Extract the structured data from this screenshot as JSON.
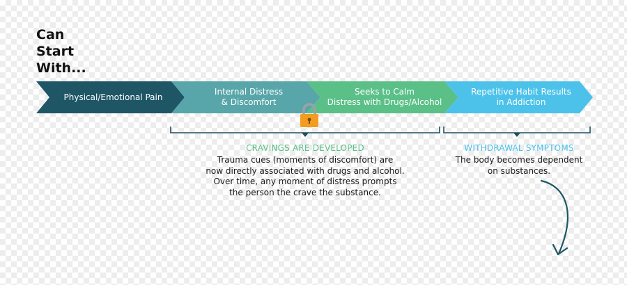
{
  "start": {
    "lines": [
      "Can",
      "Start",
      "With..."
    ]
  },
  "steps": [
    {
      "lines": [
        "Physical/Emotional Pain"
      ],
      "color": "#1e5666"
    },
    {
      "lines": [
        "Internal Distress",
        "& Discomfort"
      ],
      "color": "#58a6a9"
    },
    {
      "lines": [
        "Seeks to Calm",
        "Distress with Drugs/Alcohol"
      ],
      "color": "#5ac088"
    },
    {
      "lines": [
        "Repetitive Habit Results",
        "in Addiction"
      ],
      "color": "#4cc2ea"
    }
  ],
  "cravings": {
    "title": "CRAVINGS ARE DEVELOPED",
    "title_color": "#5ac088",
    "lines": [
      "Trauma cues (moments of discomfort) are",
      "now directly associated with drugs and alcohol.",
      "Over time, any moment of distress prompts",
      "the person the crave the substance."
    ]
  },
  "withdrawal": {
    "title": "WITHDRAWAL SYMPTOMS",
    "title_color": "#4cc2ea",
    "lines": [
      "The body becomes dependent",
      "on substances."
    ]
  },
  "icons": {
    "lock": "padlock-icon",
    "arrow": "curved-arrow-icon"
  },
  "colors": {
    "bracket": "#1e4f5e",
    "arrow": "#1e5666",
    "lock_body": "#f39c1f",
    "lock_shackle": "#9aa3a8"
  }
}
